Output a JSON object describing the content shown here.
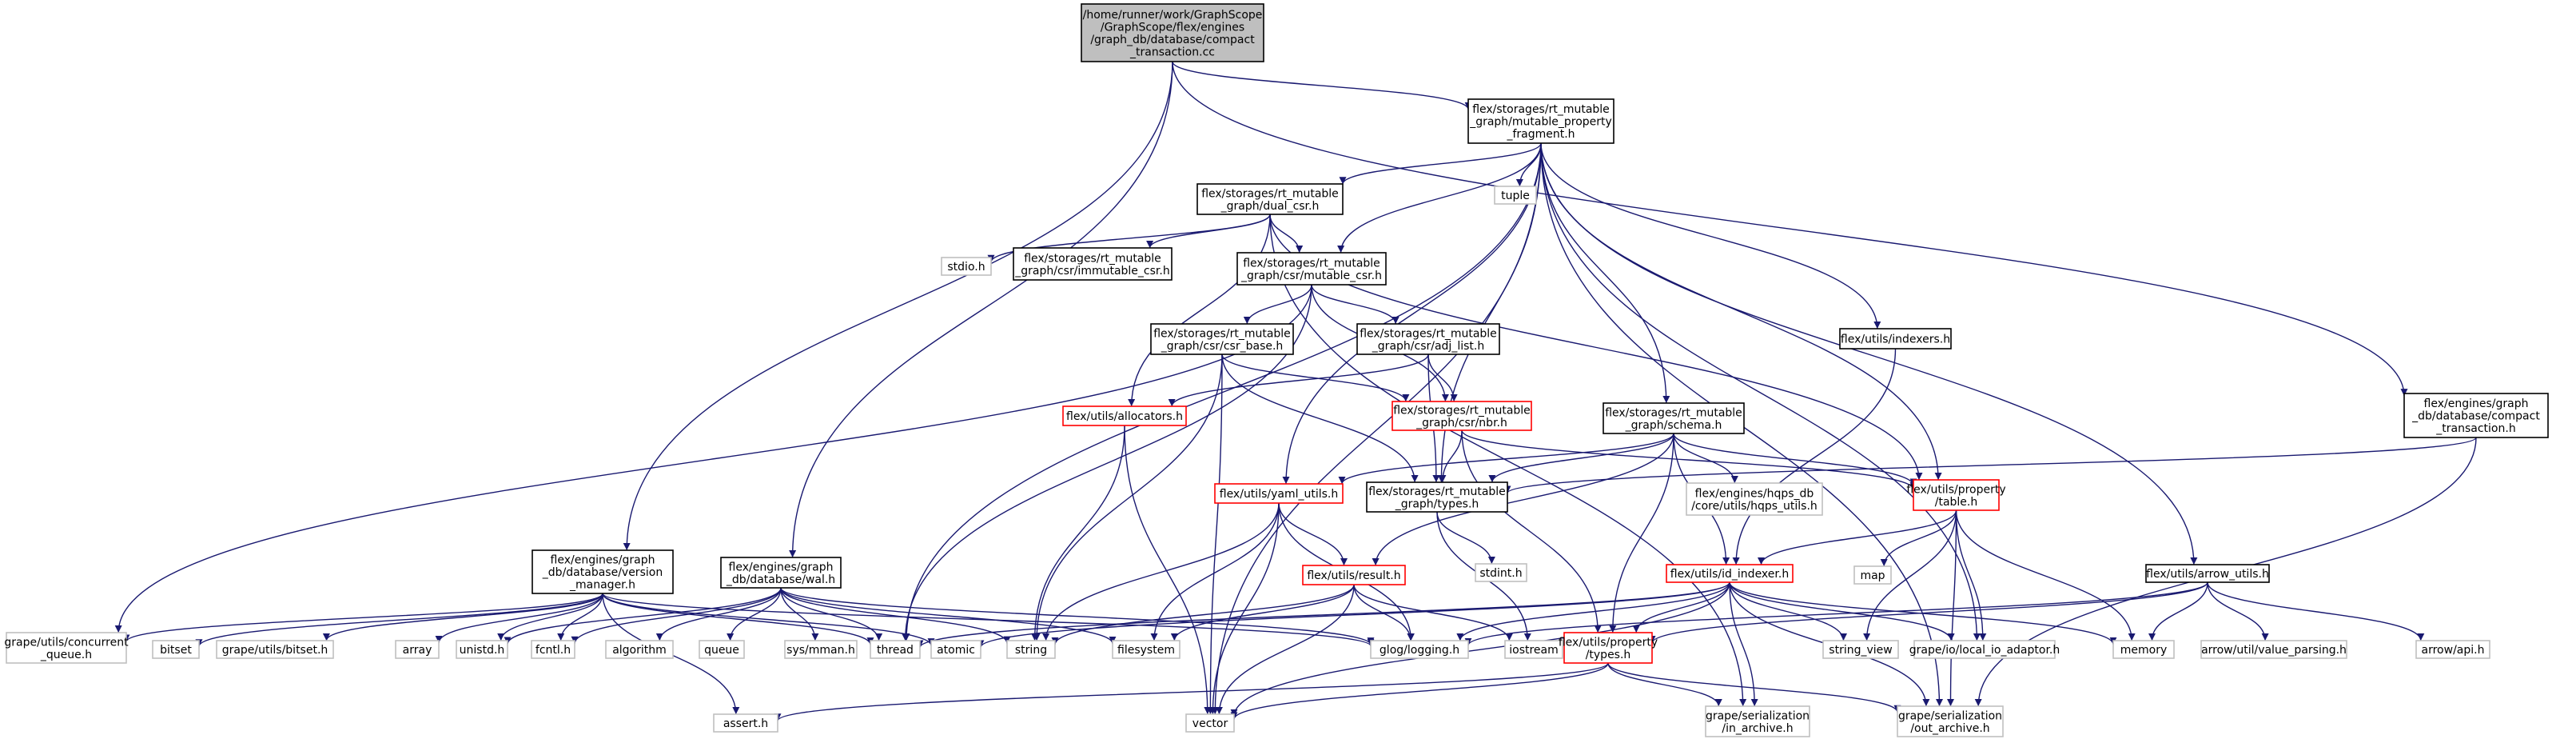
{
  "colors": {
    "edge": "#191970",
    "root_fill": "#bfbfbf",
    "root_border": "#000000",
    "node_border": "#000000",
    "truncated_border": "#ff0000",
    "external_border": "#bfbfbf",
    "text": "#000000",
    "background": "#ffffff"
  },
  "nodes": {
    "root": {
      "kind": "root",
      "lines": [
        "/home/runner/work/GraphScope",
        "/GraphScope/flex/engines",
        "/graph_db/database/compact",
        "_transaction.cc"
      ]
    },
    "mpf": {
      "kind": "normal",
      "lines": [
        "flex/storages/rt_mutable",
        "_graph/mutable_property",
        "_fragment.h"
      ]
    },
    "tuple": {
      "kind": "external",
      "lines": [
        "tuple"
      ]
    },
    "dualcsr": {
      "kind": "normal",
      "lines": [
        "flex/storages/rt_mutable",
        "_graph/dual_csr.h"
      ]
    },
    "stdio": {
      "kind": "external",
      "lines": [
        "stdio.h"
      ]
    },
    "immcsr": {
      "kind": "normal",
      "lines": [
        "flex/storages/rt_mutable",
        "_graph/csr/immutable_csr.h"
      ]
    },
    "mutcsr": {
      "kind": "normal",
      "lines": [
        "flex/storages/rt_mutable",
        "_graph/csr/mutable_csr.h"
      ]
    },
    "indexers": {
      "kind": "normal",
      "lines": [
        "flex/utils/indexers.h"
      ]
    },
    "compacth": {
      "kind": "normal",
      "lines": [
        "flex/engines/graph",
        "_db/database/compact",
        "_transaction.h"
      ]
    },
    "csrbase": {
      "kind": "normal",
      "lines": [
        "flex/storages/rt_mutable",
        "_graph/csr/csr_base.h"
      ]
    },
    "adjlist": {
      "kind": "normal",
      "lines": [
        "flex/storages/rt_mutable",
        "_graph/csr/adj_list.h"
      ]
    },
    "allocators": {
      "kind": "truncated",
      "lines": [
        "flex/utils/allocators.h"
      ]
    },
    "nbr": {
      "kind": "truncated",
      "lines": [
        "flex/storages/rt_mutable",
        "_graph/csr/nbr.h"
      ]
    },
    "schema": {
      "kind": "normal",
      "lines": [
        "flex/storages/rt_mutable",
        "_graph/schema.h"
      ]
    },
    "hqps": {
      "kind": "external",
      "lines": [
        "flex/engines/hqps_db",
        "/core/utils/hqps_utils.h"
      ]
    },
    "table": {
      "kind": "truncated",
      "lines": [
        "flex/utils/property",
        "/table.h"
      ]
    },
    "yaml": {
      "kind": "truncated",
      "lines": [
        "flex/utils/yaml_utils.h"
      ]
    },
    "rttypes": {
      "kind": "normal",
      "lines": [
        "flex/storages/rt_mutable",
        "_graph/types.h"
      ]
    },
    "stdint": {
      "kind": "external",
      "lines": [
        "stdint.h"
      ]
    },
    "version": {
      "kind": "normal",
      "lines": [
        "flex/engines/graph",
        "_db/database/version",
        "_manager.h"
      ]
    },
    "wal": {
      "kind": "normal",
      "lines": [
        "flex/engines/graph",
        "_db/database/wal.h"
      ]
    },
    "result": {
      "kind": "truncated",
      "lines": [
        "flex/utils/result.h"
      ]
    },
    "idindexer": {
      "kind": "truncated",
      "lines": [
        "flex/utils/id_indexer.h"
      ]
    },
    "map": {
      "kind": "external",
      "lines": [
        "map"
      ]
    },
    "arrowutils": {
      "kind": "normal",
      "lines": [
        "flex/utils/arrow_utils.h"
      ]
    },
    "grapeconc": {
      "kind": "external",
      "lines": [
        "grape/utils/concurrent",
        "_queue.h"
      ]
    },
    "bitset": {
      "kind": "external",
      "lines": [
        "bitset"
      ]
    },
    "grapebitset": {
      "kind": "external",
      "lines": [
        "grape/utils/bitset.h"
      ]
    },
    "array": {
      "kind": "external",
      "lines": [
        "array"
      ]
    },
    "unistd": {
      "kind": "external",
      "lines": [
        "unistd.h"
      ]
    },
    "fcntl": {
      "kind": "external",
      "lines": [
        "fcntl.h"
      ]
    },
    "algorithm": {
      "kind": "external",
      "lines": [
        "algorithm"
      ]
    },
    "queue": {
      "kind": "external",
      "lines": [
        "queue"
      ]
    },
    "mman": {
      "kind": "external",
      "lines": [
        "sys/mman.h"
      ]
    },
    "thread": {
      "kind": "external",
      "lines": [
        "thread"
      ]
    },
    "atomic": {
      "kind": "external",
      "lines": [
        "atomic"
      ]
    },
    "string": {
      "kind": "external",
      "lines": [
        "string"
      ]
    },
    "filesystem": {
      "kind": "external",
      "lines": [
        "filesystem"
      ]
    },
    "glog": {
      "kind": "external",
      "lines": [
        "glog/logging.h"
      ]
    },
    "iostream": {
      "kind": "external",
      "lines": [
        "iostream"
      ]
    },
    "stringview": {
      "kind": "external",
      "lines": [
        "string_view"
      ]
    },
    "localio": {
      "kind": "external",
      "lines": [
        "grape/io/local_io_adaptor.h"
      ]
    },
    "memory": {
      "kind": "external",
      "lines": [
        "memory"
      ]
    },
    "valueparsing": {
      "kind": "external",
      "lines": [
        "arrow/util/value_parsing.h"
      ]
    },
    "arrowapi": {
      "kind": "external",
      "lines": [
        "arrow/api.h"
      ]
    },
    "proptypes": {
      "kind": "truncated",
      "lines": [
        "flex/utils/property",
        "/types.h"
      ]
    },
    "assert": {
      "kind": "external",
      "lines": [
        "assert.h"
      ]
    },
    "vector": {
      "kind": "external",
      "lines": [
        "vector"
      ]
    },
    "inarchive": {
      "kind": "external",
      "lines": [
        "grape/serialization",
        "/in_archive.h"
      ]
    },
    "outarchive": {
      "kind": "external",
      "lines": [
        "grape/serialization",
        "/out_archive.h"
      ]
    }
  },
  "edges": [
    [
      "root",
      "mpf"
    ],
    [
      "root",
      "compacth"
    ],
    [
      "root",
      "version"
    ],
    [
      "root",
      "wal"
    ],
    [
      "mpf",
      "tuple"
    ],
    [
      "mpf",
      "dualcsr"
    ],
    [
      "mpf",
      "mutcsr"
    ],
    [
      "mpf",
      "indexers"
    ],
    [
      "mpf",
      "schema"
    ],
    [
      "mpf",
      "table"
    ],
    [
      "mpf",
      "yaml"
    ],
    [
      "mpf",
      "rttypes"
    ],
    [
      "mpf",
      "arrowutils"
    ],
    [
      "mpf",
      "localio"
    ],
    [
      "mpf",
      "thread"
    ],
    [
      "mpf",
      "vector"
    ],
    [
      "mpf",
      "outarchive"
    ],
    [
      "dualcsr",
      "stdio"
    ],
    [
      "dualcsr",
      "immcsr"
    ],
    [
      "dualcsr",
      "mutcsr"
    ],
    [
      "dualcsr",
      "allocators"
    ],
    [
      "dualcsr",
      "table"
    ],
    [
      "dualcsr",
      "inarchive"
    ],
    [
      "mutcsr",
      "csrbase"
    ],
    [
      "mutcsr",
      "adjlist"
    ],
    [
      "mutcsr",
      "nbr"
    ],
    [
      "mutcsr",
      "grapeconc"
    ],
    [
      "mutcsr",
      "thread"
    ],
    [
      "csrbase",
      "nbr"
    ],
    [
      "csrbase",
      "rttypes"
    ],
    [
      "csrbase",
      "string"
    ],
    [
      "csrbase",
      "vector"
    ],
    [
      "adjlist",
      "nbr"
    ],
    [
      "adjlist",
      "allocators"
    ],
    [
      "adjlist",
      "rttypes"
    ],
    [
      "nbr",
      "table"
    ],
    [
      "nbr",
      "rttypes"
    ],
    [
      "nbr",
      "proptypes"
    ],
    [
      "allocators",
      "string"
    ],
    [
      "allocators",
      "vector"
    ],
    [
      "indexers",
      "idindexer"
    ],
    [
      "compacth",
      "rttypes"
    ],
    [
      "compacth",
      "outarchive"
    ],
    [
      "schema",
      "rttypes"
    ],
    [
      "schema",
      "hqps"
    ],
    [
      "schema",
      "table"
    ],
    [
      "schema",
      "yaml"
    ],
    [
      "schema",
      "idindexer"
    ],
    [
      "schema",
      "result"
    ],
    [
      "schema",
      "proptypes"
    ],
    [
      "table",
      "idindexer"
    ],
    [
      "table",
      "map"
    ],
    [
      "table",
      "stringview"
    ],
    [
      "table",
      "localio"
    ],
    [
      "table",
      "memory"
    ],
    [
      "table",
      "outarchive"
    ],
    [
      "yaml",
      "result"
    ],
    [
      "yaml",
      "string"
    ],
    [
      "yaml",
      "filesystem"
    ],
    [
      "yaml",
      "glog"
    ],
    [
      "yaml",
      "vector"
    ],
    [
      "rttypes",
      "stdint"
    ],
    [
      "rttypes",
      "iostream"
    ],
    [
      "result",
      "string"
    ],
    [
      "result",
      "filesystem"
    ],
    [
      "result",
      "glog"
    ],
    [
      "result",
      "iostream"
    ],
    [
      "result",
      "vector"
    ],
    [
      "idindexer",
      "proptypes"
    ],
    [
      "idindexer",
      "thread"
    ],
    [
      "idindexer",
      "atomic"
    ],
    [
      "idindexer",
      "glog"
    ],
    [
      "idindexer",
      "stringview"
    ],
    [
      "idindexer",
      "localio"
    ],
    [
      "idindexer",
      "memory"
    ],
    [
      "idindexer",
      "vector"
    ],
    [
      "idindexer",
      "inarchive"
    ],
    [
      "idindexer",
      "outarchive"
    ],
    [
      "arrowutils",
      "proptypes"
    ],
    [
      "arrowutils",
      "glog"
    ],
    [
      "arrowutils",
      "memory"
    ],
    [
      "arrowutils",
      "valueparsing"
    ],
    [
      "arrowutils",
      "arrowapi"
    ],
    [
      "proptypes",
      "assert"
    ],
    [
      "proptypes",
      "vector"
    ],
    [
      "proptypes",
      "inarchive"
    ],
    [
      "proptypes",
      "outarchive"
    ],
    [
      "version",
      "grapeconc"
    ],
    [
      "version",
      "bitset"
    ],
    [
      "version",
      "grapebitset"
    ],
    [
      "version",
      "array"
    ],
    [
      "version",
      "unistd"
    ],
    [
      "version",
      "fcntl"
    ],
    [
      "version",
      "thread"
    ],
    [
      "version",
      "atomic"
    ],
    [
      "version",
      "assert"
    ],
    [
      "version",
      "glog"
    ],
    [
      "wal",
      "unistd"
    ],
    [
      "wal",
      "fcntl"
    ],
    [
      "wal",
      "algorithm"
    ],
    [
      "wal",
      "queue"
    ],
    [
      "wal",
      "mman"
    ],
    [
      "wal",
      "thread"
    ],
    [
      "wal",
      "string"
    ],
    [
      "wal",
      "filesystem"
    ],
    [
      "wal",
      "glog"
    ]
  ]
}
